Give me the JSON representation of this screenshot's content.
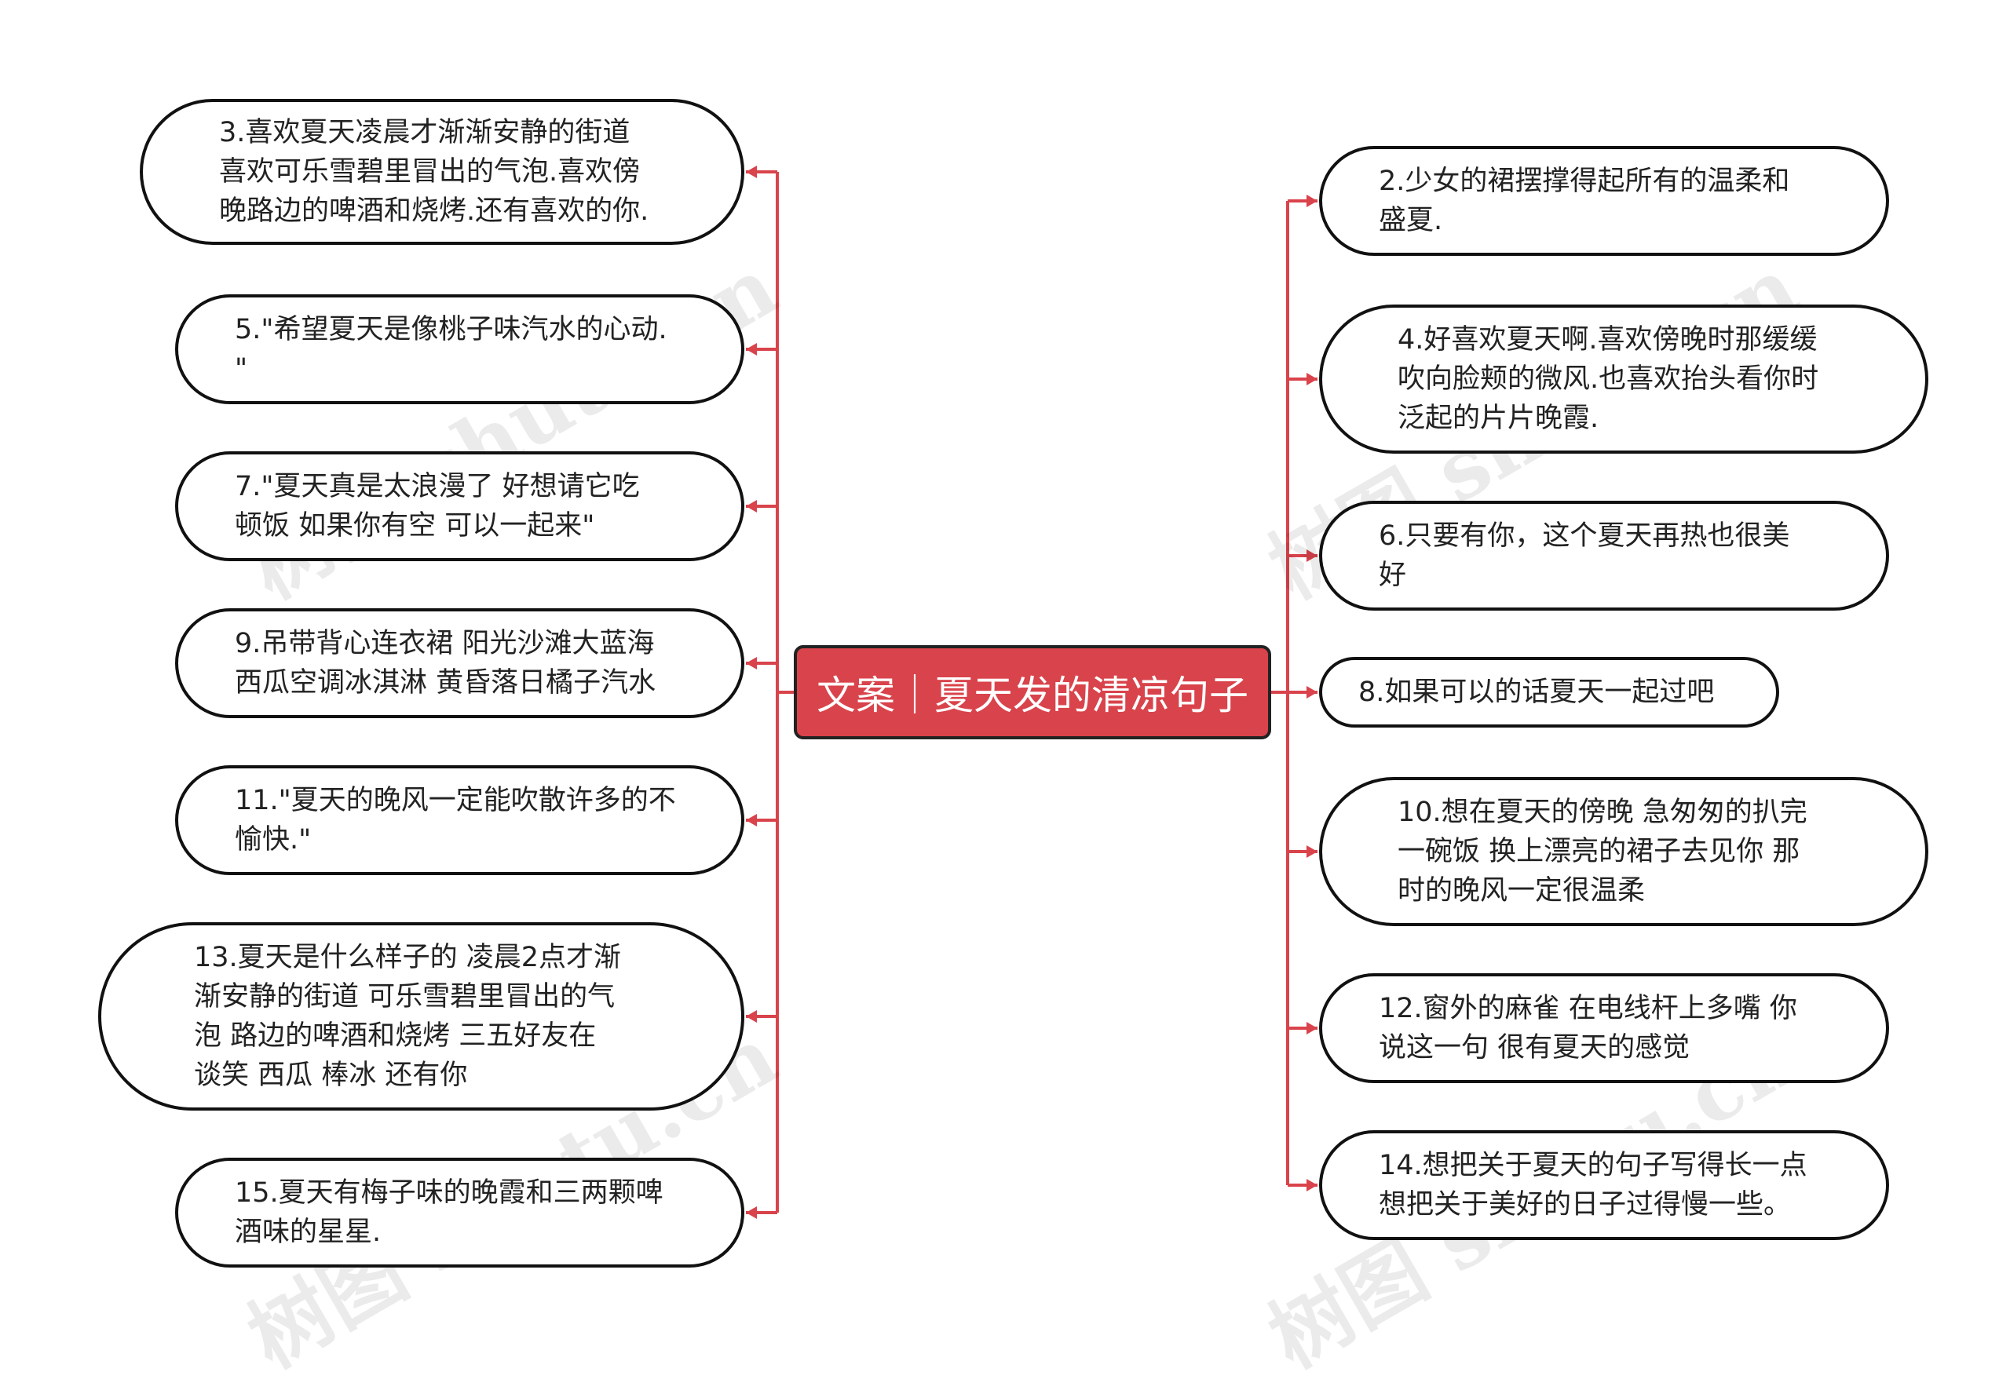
{
  "center": "文案｜夏天发的清凉句子",
  "left": [
    "3.喜欢夏天凌晨才渐渐安静的街道\n喜欢可乐雪碧里冒出的气泡.喜欢傍\n晚路边的啤酒和烧烤.还有喜欢的你.",
    "5.\"希望夏天是像桃子味汽水的心动.\n\"",
    "7.\"夏天真是太浪漫了  好想请它吃\n顿饭  如果你有空  可以一起来\"",
    "9.吊带背心连衣裙  阳光沙滩大蓝海\n西瓜空调冰淇淋  黄昏落日橘子汽水",
    "11.\"夏天的晚风一定能吹散许多的不\n愉快.\"",
    "13.夏天是什么样子的  凌晨2点才渐\n渐安静的街道  可乐雪碧里冒出的气\n泡  路边的啤酒和烧烤  三五好友在\n谈笑  西瓜  棒冰  还有你",
    "15.夏天有梅子味的晚霞和三两颗啤\n酒味的星星."
  ],
  "right": [
    "2.少女的裙摆撑得起所有的温柔和\n盛夏.",
    "4.好喜欢夏天啊.喜欢傍晚时那缓缓\n吹向脸颊的微风.也喜欢抬头看你时\n泛起的片片晚霞.",
    "6.只要有你，这个夏天再热也很美\n好",
    "8.如果可以的话夏天一起过吧",
    "10.想在夏天的傍晚  急匆匆的扒完\n一碗饭  换上漂亮的裙子去见你  那\n时的晚风一定很温柔",
    "12.窗外的麻雀  在电线杆上多嘴  你\n说这一句  很有夏天的感觉",
    "14.想把关于夏天的句子写得长一点\n 想把关于美好的日子过得慢一些。"
  ],
  "watermark": "树图 shutu.cn",
  "colors": {
    "connector": "#d9434b",
    "center_fill": "#d9434b",
    "node_border": "#111111"
  }
}
